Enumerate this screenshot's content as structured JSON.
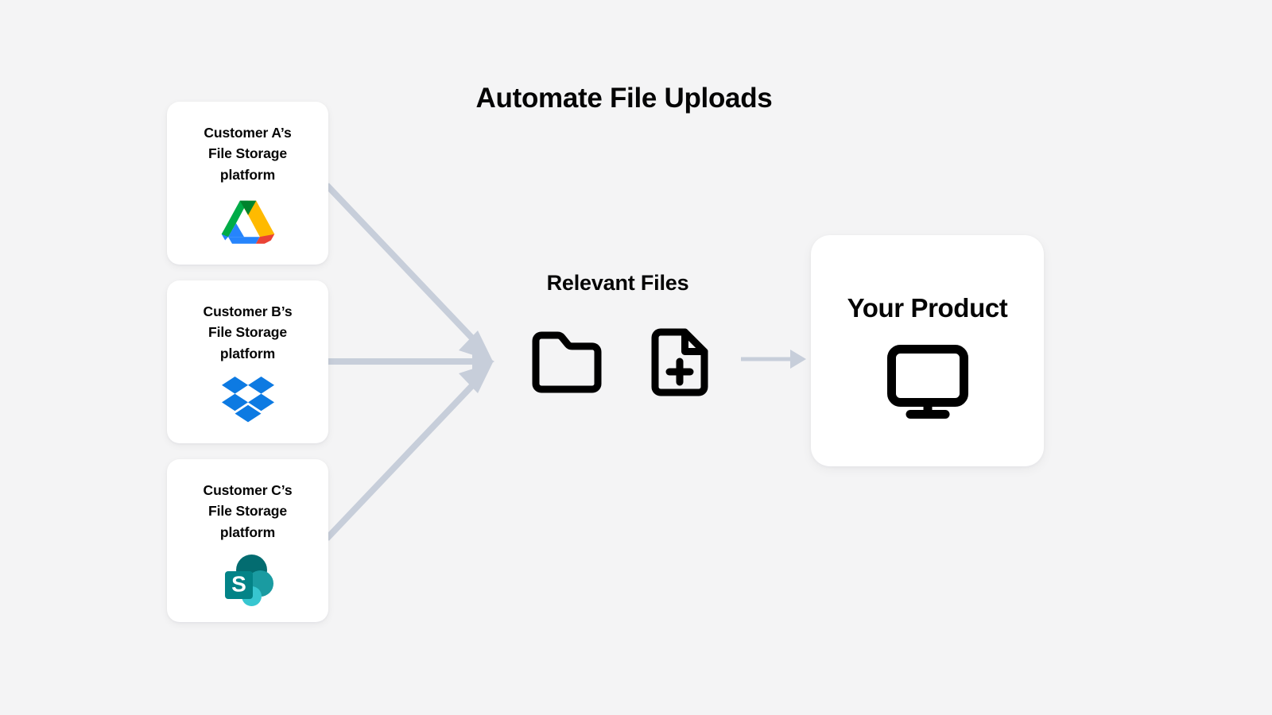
{
  "diagram": {
    "title": "Automate File Uploads",
    "background_color": "#f4f4f5",
    "arrow_color": "#c7ceda"
  },
  "sources": [
    {
      "label_line1": "Customer A’s",
      "label_line2": "File Storage",
      "label_line3": "platform",
      "logo": "google-drive-logo",
      "logo_colors": {
        "green": "#00ac47",
        "dark_green": "#00832d",
        "yellow": "#ffba00",
        "orange": "#ffba00",
        "blue": "#2684fc",
        "red": "#ea4335"
      }
    },
    {
      "label_line1": "Customer B’s",
      "label_line2": "File Storage",
      "label_line3": "platform",
      "logo": "dropbox-logo",
      "logo_colors": {
        "blue": "#0d7ae2"
      }
    },
    {
      "label_line1": "Customer C’s",
      "label_line2": "File Storage",
      "label_line3": "platform",
      "logo": "sharepoint-logo",
      "logo_colors": {
        "dark_teal": "#036c70",
        "mid_teal": "#1a9ba1",
        "light_cyan": "#37c6d0",
        "square_teal": "#038387"
      },
      "logo_letter": "S"
    }
  ],
  "center": {
    "title": "Relevant Files",
    "icons": [
      "folder-icon",
      "file-add-icon"
    ]
  },
  "product": {
    "title": "Your Product",
    "icon": "monitor-icon"
  }
}
